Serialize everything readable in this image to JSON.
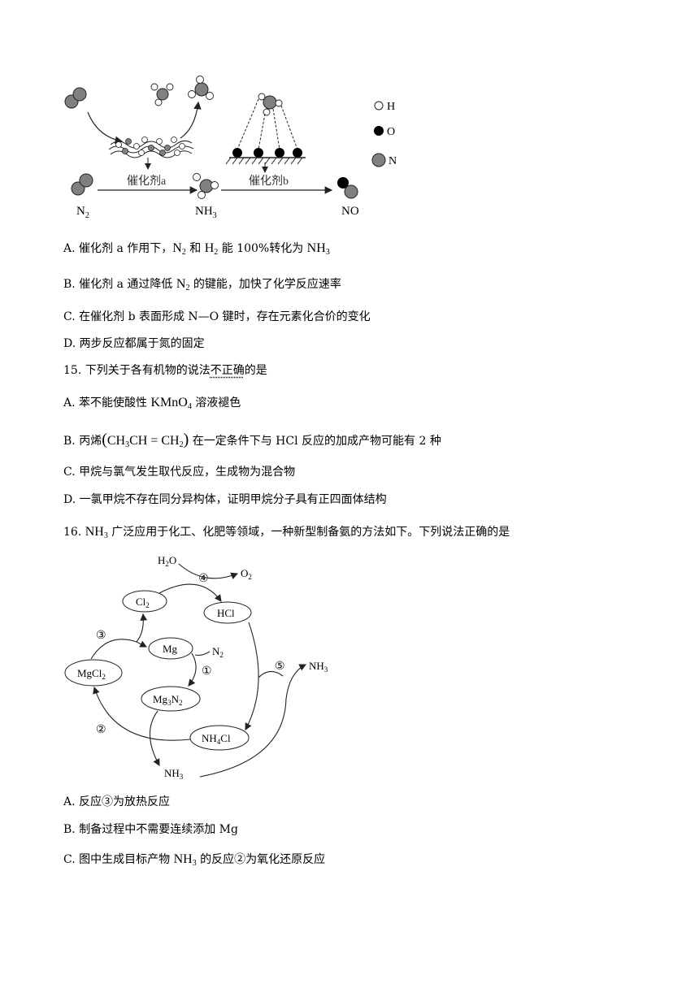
{
  "fig1": {
    "catalyst_a": "催化剂a",
    "catalyst_b": "催化剂b",
    "label_n2": "N",
    "label_n2_sub": "2",
    "label_nh3": "NH",
    "label_nh3_sub": "3",
    "label_no": "NO",
    "legend": [
      {
        "symbol": "H",
        "fill": "#ffffff"
      },
      {
        "symbol": "O",
        "fill": "#000000"
      },
      {
        "symbol": "N",
        "fill": "#808080"
      }
    ]
  },
  "q14": {
    "a_pre": "A. 催化剂 a 作用下，",
    "a_n": "N",
    "a_n_sub": "2",
    "a_and": " 和 ",
    "a_h": "H",
    "a_h_sub": "2",
    "a_mid": " 能 100%转化为 ",
    "a_nh": "NH",
    "a_nh_sub": "3",
    "b_pre": "B. 催化剂 a 通过降低 ",
    "b_n": "N",
    "b_n_sub": "2",
    "b_post": " 的键能，加快了化学反应速率",
    "c": "C. 在催化剂 b 表面形成 N—O 键时，存在元素化合价的变化",
    "d": "D. 两步反应都属于氮的固定"
  },
  "q15": {
    "stem_pre": "15. 下列关于各有机物的说法",
    "stem_emph": "不正确",
    "stem_post": "的是",
    "a_pre": "A. 苯不能使酸性 ",
    "a_formula": "KMnO",
    "a_formula_sub": "4",
    "a_post": " 溶液褪色",
    "b_pre": "B. 丙烯",
    "b_formula_1": "CH",
    "b_formula_1_sub": "3",
    "b_formula_2": "CH = CH",
    "b_formula_2_sub": "2",
    "b_post": " 在一定条件下与 HCl 反应的加成产物可能有 2 种",
    "c": "C. 甲烷与氯气发生取代反应，生成物为混合物",
    "d": "D. 一氯甲烷不存在同分异构体，证明甲烷分子具有正四面体结构"
  },
  "q16": {
    "stem_pre": "16. ",
    "stem_formula": "NH",
    "stem_formula_sub": "3",
    "stem_post": " 广泛应用于化工、化肥等领域，一种新型制备氨的方法如下。下列说法正确的是",
    "a": "A. 反应③为放热反应",
    "b": "B. 制备过程中不需要连续添加 Mg",
    "c_pre": "C. 图中生成目标产物 ",
    "c_formula": "NH",
    "c_formula_sub": "3",
    "c_post": " 的反应②为氧化还原反应"
  },
  "fig2": {
    "h2o": "H",
    "h2o_sub": "2",
    "h2o_end": "O",
    "o2": "O",
    "o2_sub": "2",
    "cl2": "Cl",
    "cl2_sub": "2",
    "hcl": "HCl",
    "mg": "Mg",
    "n2": "N",
    "n2_sub": "2",
    "mgcl2": "MgCl",
    "mgcl2_sub": "2",
    "mg3n2_a": "Mg",
    "mg3n2_a_sub": "3",
    "mg3n2_b": "N",
    "mg3n2_b_sub": "2",
    "nh4cl_a": "NH",
    "nh4cl_a_sub": "4",
    "nh4cl_b": "Cl",
    "nh3_a": "NH",
    "nh3_a_sub": "3",
    "nh3_b": "NH",
    "nh3_b_sub": "3",
    "step1": "①",
    "step2": "②",
    "step3": "③",
    "step4": "④",
    "step5": "⑤"
  }
}
